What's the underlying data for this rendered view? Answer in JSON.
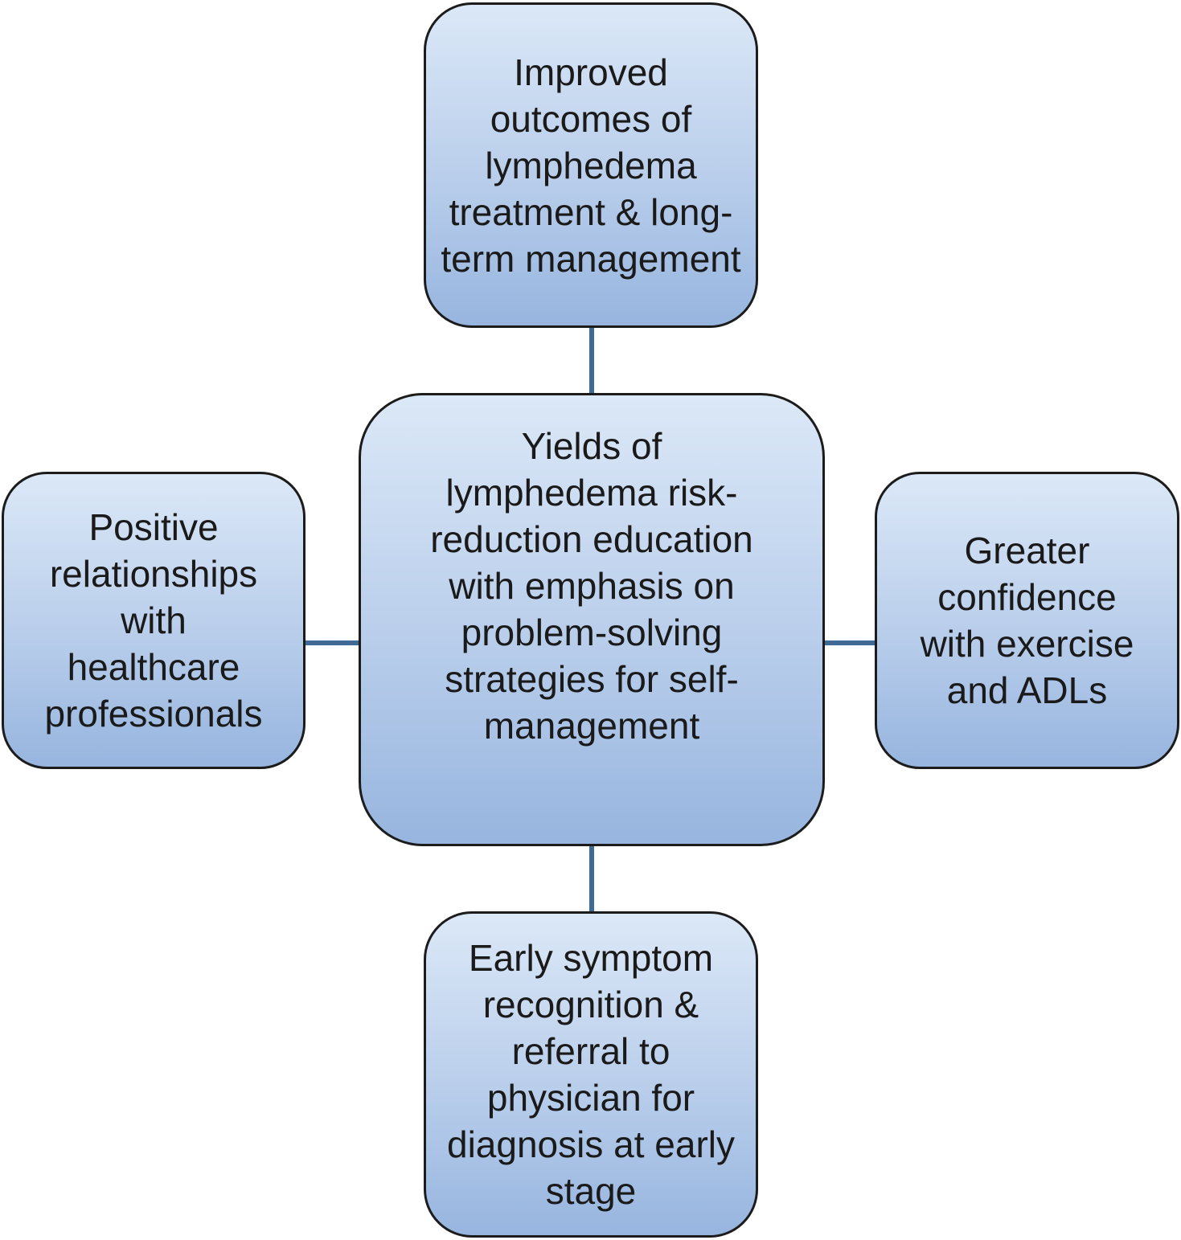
{
  "diagram": {
    "center": {
      "text": "Yields of\nlymphedema risk-\nreduction education\nwith emphasis on\nproblem-solving\nstrategies for self-\nmanagement"
    },
    "top": {
      "text": "Improved\noutcomes of\nlymphedema\ntreatment & long-\nterm management"
    },
    "left": {
      "text": "Positive\nrelationships\nwith\nhealthcare\nprofessionals"
    },
    "right": {
      "text": "Greater\nconfidence\nwith exercise\nand ADLs"
    },
    "bottom": {
      "text": "Early symptom\nrecognition &\nreferral to\nphysician for\ndiagnosis at early\nstage"
    }
  },
  "colors": {
    "connector": "#3f6a95",
    "border": "#1c1c1c",
    "fill_top": "#dbe8f7",
    "fill_bottom": "#97b5df"
  }
}
